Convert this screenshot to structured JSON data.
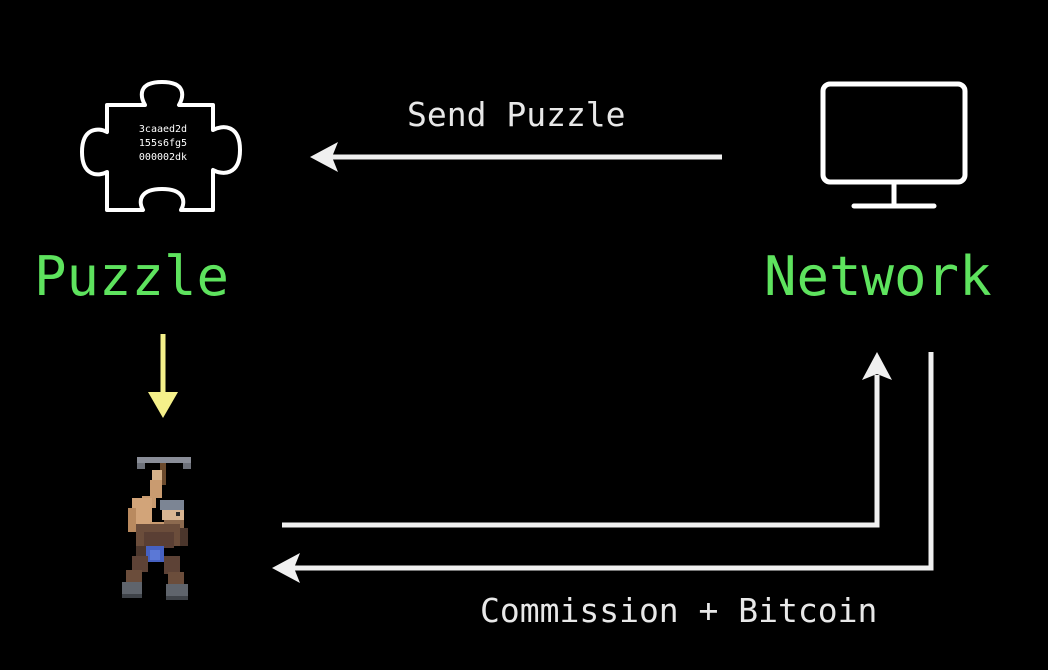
{
  "puzzle": {
    "label": "Puzzle",
    "hash_lines": [
      "3caaed2d",
      "155s6fg5",
      "000002dk"
    ]
  },
  "network": {
    "label": "Network"
  },
  "edges": {
    "send_label": "Send Puzzle",
    "reward_label": "Commission + Bitcoin"
  },
  "colors": {
    "background": "#000000",
    "node_label": "#5ee35e",
    "arrow": "#f0f0f0",
    "highlight_arrow": "#f5f08a"
  },
  "icons": {
    "puzzle": "puzzle-piece-icon",
    "network": "computer-monitor-icon",
    "miner": "pixel-miner-with-pickaxe"
  }
}
